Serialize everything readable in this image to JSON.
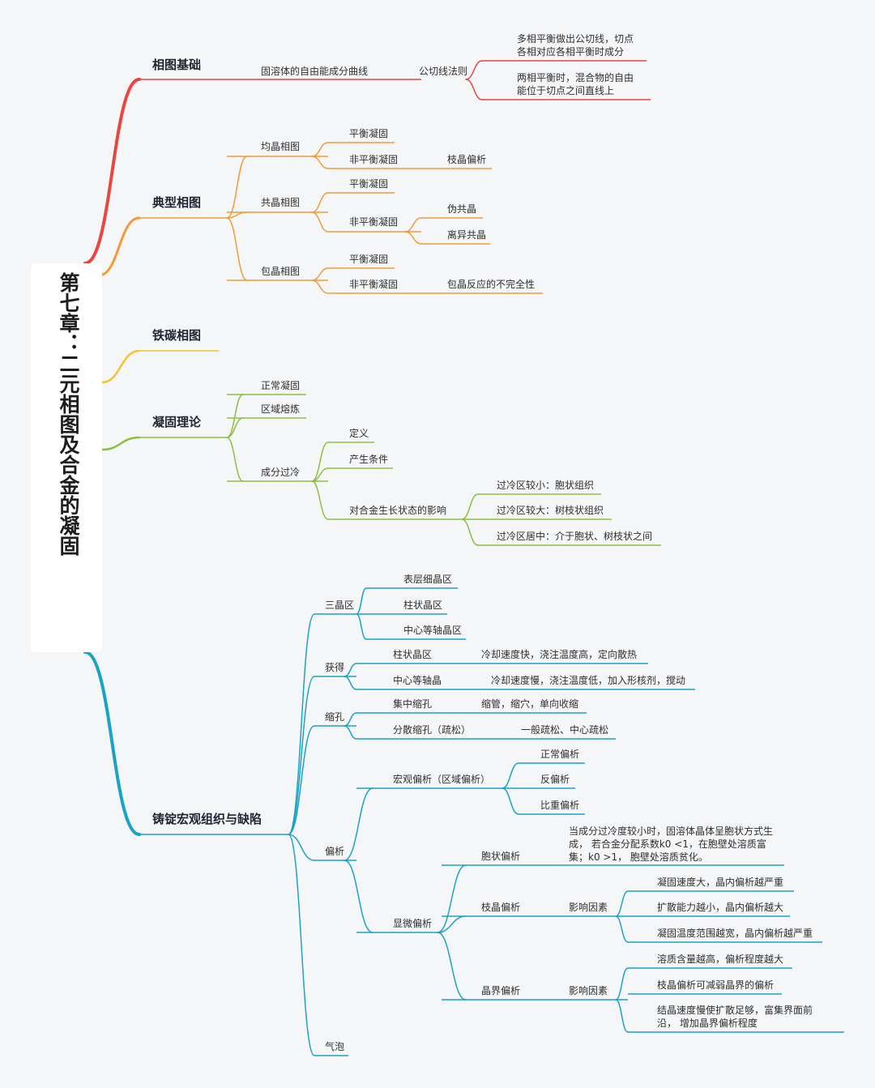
{
  "title": "第七章：二元相图及合金的凝固",
  "colors": {
    "red": "#e8463e",
    "orange": "#f29a38",
    "yellow": "#f3c331",
    "green": "#8bbf40",
    "cyan": "#1aa3c7"
  },
  "nodes": {
    "b1": "相图基础",
    "b1_1": "固溶体的自由能成分曲线",
    "b1_1_1": "公切线法则",
    "b1_1_1_1": "多相平衡做出公切线，切点各相对应各相平衡时成分",
    "b1_1_1_2": "两相平衡时，混合物的自由能位于切点之间直线上",
    "b2": "典型相图",
    "b2_1": "均晶相图",
    "b2_1_1": "平衡凝固",
    "b2_1_2": "非平衡凝固",
    "b2_1_2_1": "枝晶偏析",
    "b2_2": "共晶相图",
    "b2_2_1": "平衡凝固",
    "b2_2_2": "非平衡凝固",
    "b2_2_2_1": "伪共晶",
    "b2_2_2_2": "离异共晶",
    "b2_3": "包晶相图",
    "b2_3_1": "平衡凝固",
    "b2_3_2": "非平衡凝固",
    "b2_3_2_1": "包晶反应的不完全性",
    "b3": "铁碳相图",
    "b4": "凝固理论",
    "b4_1": "正常凝固",
    "b4_2": "区域熔炼",
    "b4_3": "成分过冷",
    "b4_3_1": "定义",
    "b4_3_2": "产生条件",
    "b4_3_3": "对合金生长状态的影响",
    "b4_3_3_1": "过冷区较小：胞状组织",
    "b4_3_3_2": "过冷区较大：树枝状组织",
    "b4_3_3_3": "过冷区居中：介于胞状、树枝状之间",
    "b5": "铸锭宏观组织与缺陷",
    "b5_1": "三晶区",
    "b5_1_1": "表层细晶区",
    "b5_1_2": "柱状晶区",
    "b5_1_3": "中心等轴晶区",
    "b5_2": "获得",
    "b5_2_1": "柱状晶区",
    "b5_2_1_1": "冷却速度快，浇注温度高，定向散热",
    "b5_2_2": "中心等轴晶",
    "b5_2_2_1": "冷却速度慢，浇注温度低，加入形核剂，搅动",
    "b5_3": "缩孔",
    "b5_3_1": "集中缩孔",
    "b5_3_1_1": "缩管，缩穴，单向收缩",
    "b5_3_2": "分散缩孔（疏松）",
    "b5_3_2_1": "一般疏松、中心疏松",
    "b5_4": "偏析",
    "b5_4_1": "宏观偏析（区域偏析）",
    "b5_4_1_1": "正常偏析",
    "b5_4_1_2": "反偏析",
    "b5_4_1_3": "比重偏析",
    "b5_4_2": "显微偏析",
    "b5_4_2_1": "胞状偏析",
    "b5_4_2_1_1": "当成分过冷度较小时，固溶体晶体呈胞状方式生成， 若合金分配系数k0 <1，在胞壁处溶质富集；k0 >1， 胞壁处溶质贫化。",
    "b5_4_2_2": "枝晶偏析",
    "b5_4_2_2_1": "影响因素",
    "b5_4_2_2_1_1": "凝固速度大，晶内偏析越严重",
    "b5_4_2_2_1_2": "扩散能力越小，晶内偏析越大",
    "b5_4_2_2_1_3": "凝固温度范围越宽，晶内偏析越严重",
    "b5_4_2_3": "晶界偏析",
    "b5_4_2_3_1": "影响因素",
    "b5_4_2_3_1_1": "溶质含量越高，偏析程度越大",
    "b5_4_2_3_1_2": "枝晶偏析可减弱晶界的偏析",
    "b5_4_2_3_1_3": "结晶速度慢使扩散足够，富集界面前沿， 增加晶界偏析程度",
    "b5_5": "气泡"
  }
}
